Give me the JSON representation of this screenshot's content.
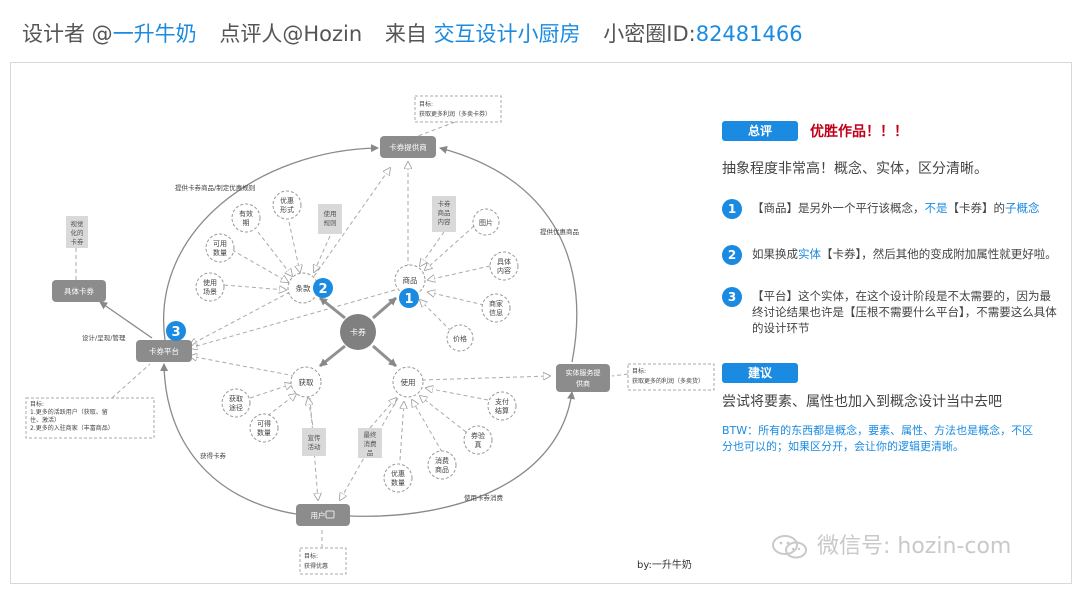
{
  "header": {
    "designer_prefix": "设计者 @",
    "designer": "一升牛奶",
    "reviewer": "点评人@Hozin",
    "from_prefix": "来自",
    "community": "交互设计小厨房",
    "circle_prefix": "小密圈ID:",
    "circle_id": "82481466"
  },
  "diagram": {
    "center": "卡券",
    "nodes": {
      "supplier": "卡券提供商",
      "platform": "卡券平台",
      "merchant_line1": "实体服务提",
      "merchant_line2": "供商",
      "user": "用户",
      "specific_coupon": "具体卡券"
    },
    "sub": {
      "terms": "条款",
      "goods": "商品",
      "acquire": "获取",
      "use": "使用"
    },
    "attrs": {
      "validity_1": "有效",
      "validity_2": "期",
      "discount_1": "优惠",
      "discount_2": "形式",
      "qty_1": "可用",
      "qty_2": "数量",
      "scene_1": "使用",
      "scene_2": "场景",
      "image": "图片",
      "content_1": "具体",
      "content_2": "内容",
      "merchant_info_1": "商家",
      "merchant_info_2": "信息",
      "price": "价格",
      "channel_1": "获取",
      "channel_2": "途径",
      "obtain_1": "可得",
      "obtain_2": "数量",
      "pay_1": "支付",
      "pay_2": "结算",
      "verify_1": "券验",
      "verify_2": "真",
      "consume_1": "消费",
      "consume_2": "商品",
      "disc_qty_1": "优惠",
      "disc_qty_2": "数量"
    },
    "notes": {
      "rules_1": "使用",
      "rules_2": "规则",
      "goods_content_1": "卡券",
      "goods_content_2": "商品",
      "goods_content_3": "内容",
      "promo_1": "宣传",
      "promo_2": "活动",
      "final_1": "最终",
      "final_2": "消费",
      "final_3": "品",
      "visual_1": "视觉",
      "visual_2": "化的",
      "visual_3": "卡券"
    },
    "edges": {
      "provide_rules": "提供卡券商品/制定优惠规则",
      "provide_goods": "提供优惠商品",
      "design": "设计/呈现/管理",
      "get_coupon": "获得卡券",
      "use_consume": "使用卡券消费"
    },
    "goals": {
      "supplier_1": "目标:",
      "supplier_2": "获取更多利润（多卖卡券）",
      "merchant_1": "目标:",
      "merchant_2": "获取更多的利润（多卖货）",
      "platform_1": "目标:",
      "platform_2": "1.更多的活跃用户（获取、留",
      "platform_3": "住、激活）",
      "platform_4": "2.更多的入驻商家（丰富商品）",
      "user_1": "目标:",
      "user_2": "获得优惠"
    },
    "markers": {
      "one": "1",
      "two": "2",
      "three": "3"
    },
    "byline": "by:一升牛奶"
  },
  "review": {
    "summary_tag": "总评",
    "winner": "优胜作品！！！",
    "summary": "抽象程度非常高！概念、实体，区分清晰。",
    "p1_num": "1",
    "p1_a": "【商品】是另外一个平行该概念，",
    "p1_b": "不是",
    "p1_c": "【卡券】的",
    "p1_d": "子概念",
    "p2_num": "2",
    "p2_a": "如果换成",
    "p2_b": "实体",
    "p2_c": "【卡券】，然后其他的变成附加属性就更好啦。",
    "p3_num": "3",
    "p3_text": "【平台】这个实体，在这个设计阶段是不太需要的，因为最终讨论结果也许是【压根不需要什么平台】，不需要这么具体的设计环节",
    "suggest_tag": "建议",
    "suggestion": "尝试将要素、属性也加入到概念设计当中去吧",
    "btw": "BTW：所有的东西都是概念，要素、属性、方法也是概念，不区分也可以的；如果区分开，会让你的逻辑更清晰。"
  },
  "watermark": {
    "label": "微信号: hozin-com",
    "icon": "wechat-icon"
  },
  "colors": {
    "accent": "#1a8be0",
    "winner": "#c0001a",
    "node": "#8c8c8c"
  }
}
